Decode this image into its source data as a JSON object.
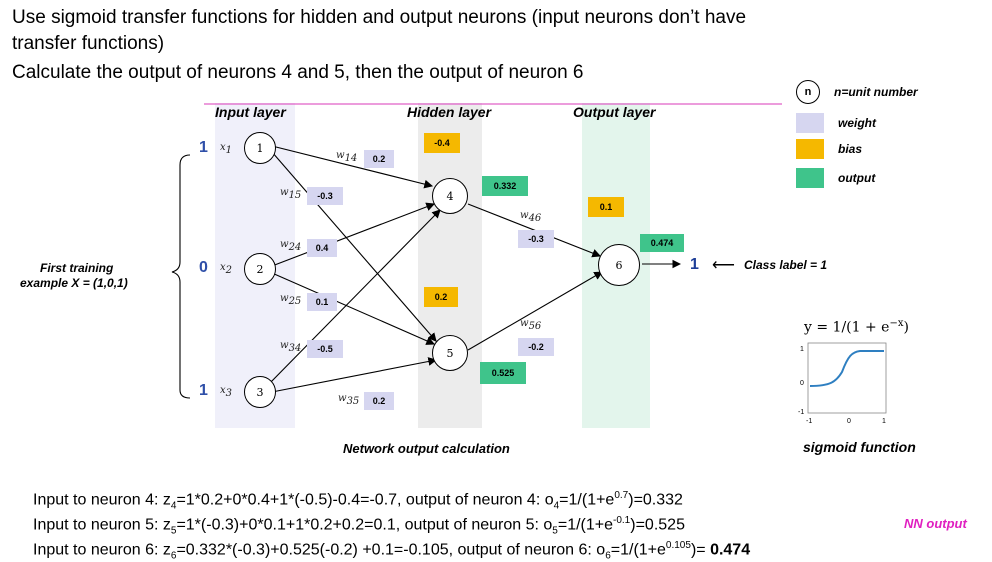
{
  "header": {
    "line1": "Use sigmoid transfer functions for hidden and output neurons (input neurons don’t have",
    "line2": "transfer functions)",
    "line3": "Calculate the output of neurons 4 and 5,  then the output of neuron 6"
  },
  "legend": {
    "unit_symbol": "n",
    "unit_label": "n=unit number",
    "weight_label": "weight",
    "bias_label": "bias",
    "output_label": "output",
    "colors": {
      "weight": "#d6d6f0",
      "bias": "#f5b800",
      "output": "#3fc48b"
    }
  },
  "layers": {
    "input": "Input layer",
    "hidden": "Hidden layer",
    "output": "Output layer"
  },
  "example": {
    "label_line1": "First training",
    "label_line2": "example X = (1,0,1)",
    "x_values": [
      "1",
      "0",
      "1"
    ],
    "x_symbols": [
      "x",
      "x",
      "x"
    ],
    "x_subs": [
      "1",
      "2",
      "3"
    ]
  },
  "neurons": [
    "1",
    "2",
    "3",
    "4",
    "5",
    "6"
  ],
  "weights": {
    "w14": {
      "sym": "w",
      "sub": "14",
      "value": "0.2"
    },
    "w15": {
      "sym": "w",
      "sub": "15",
      "value": "-0.3"
    },
    "w24": {
      "sym": "w",
      "sub": "24",
      "value": "0.4"
    },
    "w25": {
      "sym": "w",
      "sub": "25",
      "value": "0.1"
    },
    "w34": {
      "sym": "w",
      "sub": "34",
      "value": "-0.5"
    },
    "w35": {
      "sym": "w",
      "sub": "35",
      "value": "0.2"
    },
    "w46": {
      "sym": "w",
      "sub": "46",
      "value": "-0.3"
    },
    "w56": {
      "sym": "w",
      "sub": "56",
      "value": "-0.2"
    }
  },
  "biases": {
    "b4": "-0.4",
    "b5": "0.2",
    "b6": "0.1"
  },
  "outputs": {
    "o4": "0.332",
    "o5": "0.525",
    "o6": "0.474"
  },
  "final_output": "1",
  "class_label": "Class label = 1",
  "caption": "Network output calculation",
  "sigmoid": {
    "formula": "y = 1/(1 + e",
    "formula_exp": "−x",
    "formula_end": ")",
    "y_ticks": [
      "1",
      "0",
      "-1"
    ],
    "x_ticks": [
      "-1",
      "0",
      "1"
    ],
    "caption": "sigmoid function",
    "curve_color": "#2e7fc1"
  },
  "calc": {
    "line1": {
      "pre": "Input to neuron 4: z",
      "sub": "4",
      "mid": "=1*0.2+0*0.4+1*(-0.5)-0.4=-0.7, output of neuron 4: o",
      "sub2": "4",
      "mid2": "=1/(1+e",
      "sup": "0.7",
      "end": ")=0.332"
    },
    "line2": {
      "pre": "Input to neuron 5: z",
      "sub": "5",
      "mid": "=1*(-0.3)+0*0.1+1*0.2+0.2=0.1, output of neuron 5: o",
      "sub2": "5",
      "mid2": "=1/(1+e",
      "sup": "-0.1",
      "end": ")=0.525"
    },
    "line3": {
      "pre": "Input to neuron 6: z",
      "sub": "6",
      "mid": "=0.332*(-0.3)+0.525(-0.2) +0.1=-0.105, output of neuron 6: o",
      "sub2": "6",
      "mid2": "=1/(1+e",
      "sup": "0.105",
      "end": ")= ",
      "bold": "0.474"
    },
    "nn_output": "NN output",
    "nn_output_color": "#e020c0"
  }
}
